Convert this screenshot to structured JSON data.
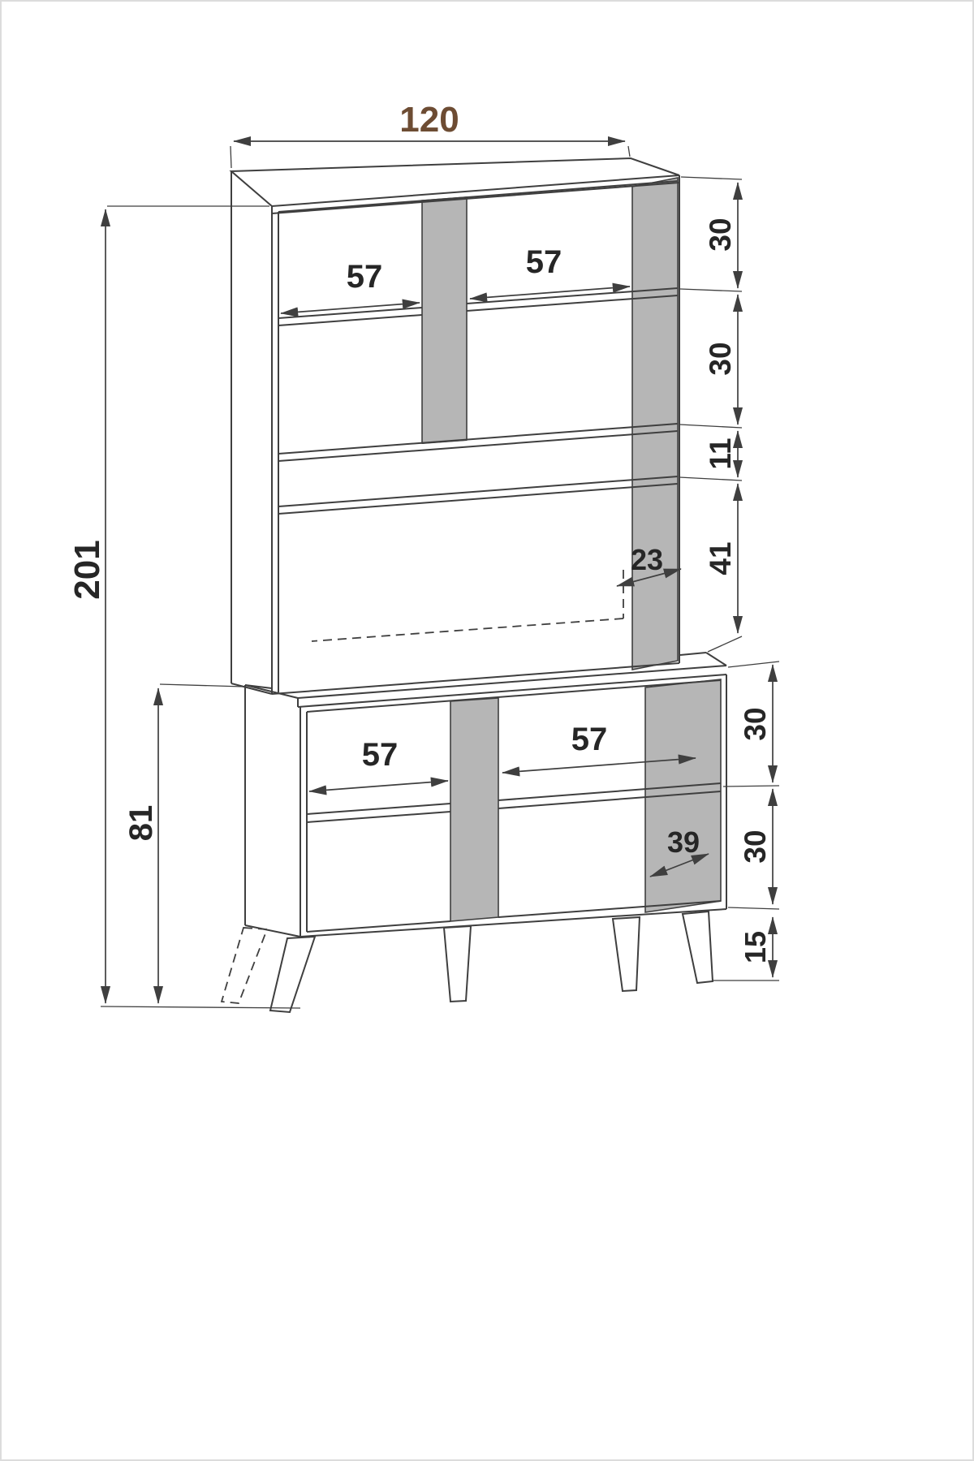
{
  "drawing": {
    "colors": {
      "line": "#3f3f3f",
      "panel": "#b6b6b6",
      "label": "#262626",
      "width_label": "#6d4c33"
    },
    "dims": {
      "total_width": "120",
      "total_height": "201",
      "lower_height": "81",
      "upper_left_width": "57",
      "upper_right_width": "57",
      "upper_row1_height": "30",
      "upper_row2_height": "30",
      "upper_row3_height": "11",
      "upper_row4_height": "41",
      "upper_depth": "23",
      "lower_left_width": "57",
      "lower_right_width": "57",
      "lower_row1_height": "30",
      "lower_row2_height": "30",
      "lower_depth": "39",
      "leg_height": "15"
    }
  }
}
